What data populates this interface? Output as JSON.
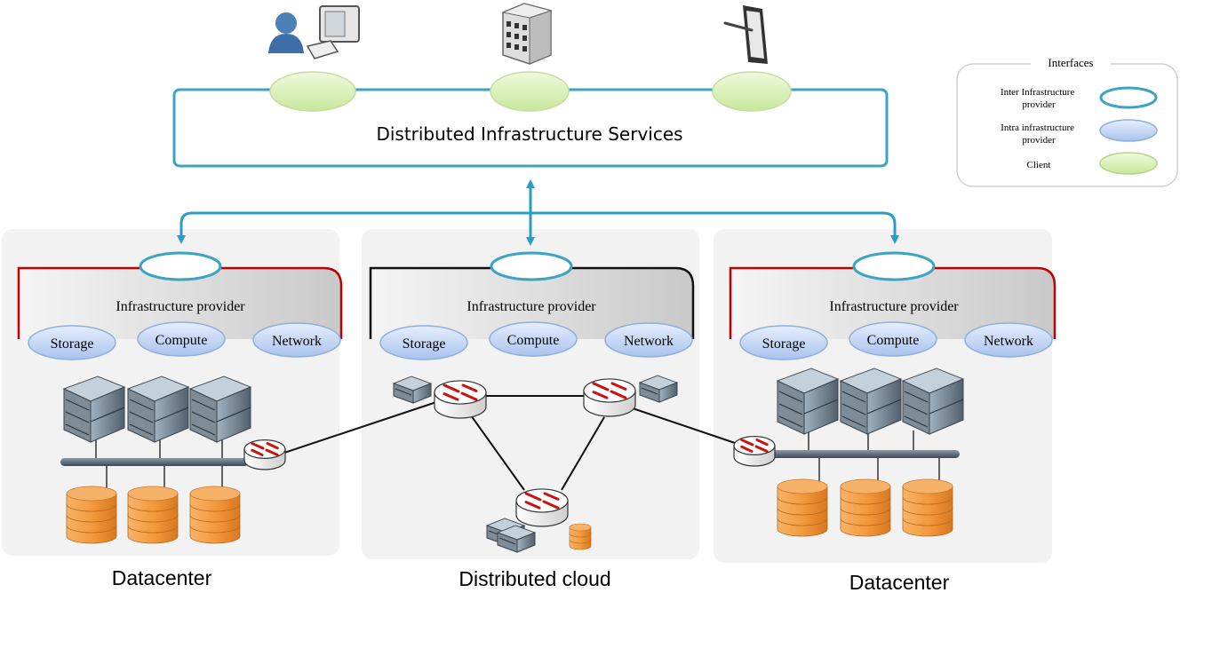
{
  "top_services": {
    "title": "Distributed Infrastructure Services",
    "client_icons": [
      "user-desktop-icon",
      "office-building-icon",
      "tablet-icon"
    ]
  },
  "legend": {
    "title": "Interfaces",
    "items": [
      {
        "label_lines": [
          "Inter Infrastructure",
          "provider"
        ],
        "type": "inter"
      },
      {
        "label_lines": [
          "Intra infrastructure",
          "provider"
        ],
        "type": "intra"
      },
      {
        "label_lines": [
          "Client"
        ],
        "type": "client"
      }
    ]
  },
  "panels": [
    {
      "key": "left",
      "provider_label": "Infrastructure provider",
      "components": [
        "Storage",
        "Compute",
        "Network"
      ],
      "caption": "Datacenter"
    },
    {
      "key": "center",
      "provider_label": "Infrastructure provider",
      "components": [
        "Storage",
        "Compute",
        "Network"
      ],
      "caption": "Distributed cloud"
    },
    {
      "key": "right",
      "provider_label": "Infrastructure provider",
      "components": [
        "Storage",
        "Compute",
        "Network"
      ],
      "caption": "Datacenter"
    }
  ],
  "colors": {
    "inter_interface_stroke": "#3ba3c4",
    "intra_interface_fill": "#c3d6f5",
    "client_interface_fill": "#d9f0b8",
    "provider_border_red": "#c00000",
    "panel_bg": "#f2f2f2",
    "storage_orange": "#f0a050",
    "router_red": "#cc1111"
  }
}
